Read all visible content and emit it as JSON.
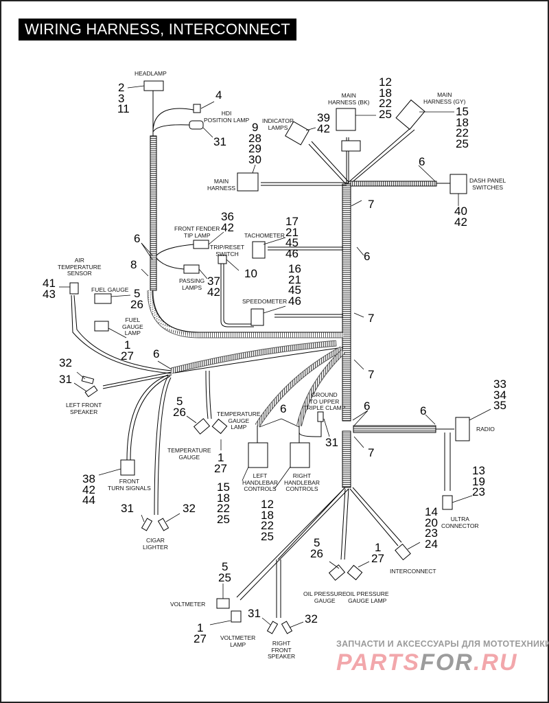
{
  "title": "WIRING HARNESS, INTERCONNECT",
  "components": [
    {
      "id": "headlamp",
      "label": "HEADLAMP",
      "refs": [
        "2",
        "3",
        "11"
      ]
    },
    {
      "id": "hdi-position-lamp-bulb",
      "label": "",
      "refs": [
        "4"
      ]
    },
    {
      "id": "hdi-position-lamp",
      "label": "HDI\nPOSITION LAMP",
      "refs": [
        "31"
      ]
    },
    {
      "id": "main-harness",
      "label": "MAIN\nHARNESS",
      "refs": [
        "9",
        "28",
        "29",
        "30"
      ]
    },
    {
      "id": "indicator-lamps",
      "label": "INDICATOR\nLAMPS",
      "refs": [
        "39",
        "42"
      ]
    },
    {
      "id": "main-harness-bk",
      "label": "MAIN\nHARNESS (BK)",
      "refs": [
        "12",
        "18",
        "22",
        "25"
      ]
    },
    {
      "id": "main-harness-gy",
      "label": "MAIN\nHARNESS (GY)",
      "refs": [
        "15",
        "18",
        "22",
        "25"
      ]
    },
    {
      "id": "dash-panel-switches",
      "label": "DASH PANEL\nSWITCHES",
      "refs": [
        "40",
        "42"
      ]
    },
    {
      "id": "front-fender-tip-lamp",
      "label": "FRONT FENDER\nTIP LAMP",
      "refs": [
        "36",
        "42"
      ]
    },
    {
      "id": "tachometer",
      "label": "TACHOMETER",
      "refs": [
        "17",
        "21",
        "45",
        "46"
      ]
    },
    {
      "id": "trip-reset-switch",
      "label": "TRIP/RESET\nSWITCH",
      "refs": [
        "10"
      ]
    },
    {
      "id": "passing-lamps",
      "label": "PASSING\nLAMPS",
      "refs": [
        "37",
        "42"
      ]
    },
    {
      "id": "speedometer",
      "label": "SPEEDOMETER",
      "refs": [
        "16",
        "21",
        "45",
        "46"
      ]
    },
    {
      "id": "air-temperature-sensor",
      "label": "AIR\nTEMPERATURE\nSENSOR",
      "refs": [
        "41",
        "43"
      ]
    },
    {
      "id": "fuel-gauge",
      "label": "FUEL GAUGE",
      "refs": [
        "5",
        "26"
      ]
    },
    {
      "id": "fuel-gauge-lamp",
      "label": "FUEL\nGAUGE\nLAMP",
      "refs": [
        "1",
        "27"
      ]
    },
    {
      "id": "left-front-speaker",
      "label": "LEFT FRONT\nSPEAKER",
      "refs_a": [
        "32"
      ],
      "refs_b": [
        "31"
      ]
    },
    {
      "id": "front-turn-signals",
      "label": "FRONT\nTURN SIGNALS",
      "refs": [
        "38",
        "42",
        "44"
      ]
    },
    {
      "id": "cigar-lighter",
      "label": "CIGAR\nLIGHTER",
      "refs_a": [
        "31"
      ],
      "refs_b": [
        "32"
      ]
    },
    {
      "id": "temperature-gauge",
      "label": "TEMPERATURE\nGAUGE",
      "refs": [
        "5",
        "26"
      ]
    },
    {
      "id": "temperature-gauge-lamp",
      "label": "TEMPERATURE\nGAUGE\nLAMP",
      "refs": [
        "1",
        "27"
      ]
    },
    {
      "id": "left-handlebar-controls",
      "label": "LEFT\nHANDLEBAR\nCONTROLS",
      "refs": [
        "15",
        "18",
        "22",
        "25"
      ]
    },
    {
      "id": "right-handlebar-controls",
      "label": "RIGHT\nHANDLEBAR\nCONTROLS",
      "refs": [
        "12",
        "18",
        "22",
        "25"
      ]
    },
    {
      "id": "ground-upper-triple-clamp",
      "label": "GROUND\nTO UPPER\nTRIPLE CLAMP",
      "refs": [
        "31"
      ]
    },
    {
      "id": "radio",
      "label": "RADIO",
      "refs": [
        "33",
        "34",
        "35"
      ]
    },
    {
      "id": "ultra-connector",
      "label": "ULTRA\nCONNECTOR",
      "refs": [
        "13",
        "19",
        "23"
      ]
    },
    {
      "id": "interconnect",
      "label": "INTERCONNECT",
      "refs": [
        "14",
        "20",
        "23",
        "24"
      ]
    },
    {
      "id": "oil-pressure-gauge",
      "label": "OIL PRESSURE\nGAUGE",
      "refs": [
        "5",
        "26"
      ]
    },
    {
      "id": "oil-pressure-gauge-lamp",
      "label": "OIL PRESSURE\nGAUGE LAMP",
      "refs": [
        "1",
        "27"
      ]
    },
    {
      "id": "voltmeter",
      "label": "VOLTMETER",
      "refs": [
        "5",
        "25"
      ]
    },
    {
      "id": "voltmeter-lamp",
      "label": "VOLTMETER\nLAMP",
      "refs": [
        "1",
        "27"
      ]
    },
    {
      "id": "right-front-speaker",
      "label": "RIGHT\nFRONT\nSPEAKER",
      "refs_a": [
        "31"
      ],
      "refs_b": [
        "32"
      ]
    }
  ],
  "callouts": {
    "clip": "6",
    "retainer": "7",
    "grommet": "8"
  },
  "watermark": {
    "tagline": "ЗАПЧАСТИ И АКСЕССУАРЫ ДЛЯ МОТОТЕХНИКИ",
    "brand_a": "PARTS",
    "brand_b": "FOR",
    "brand_c": ".RU"
  }
}
